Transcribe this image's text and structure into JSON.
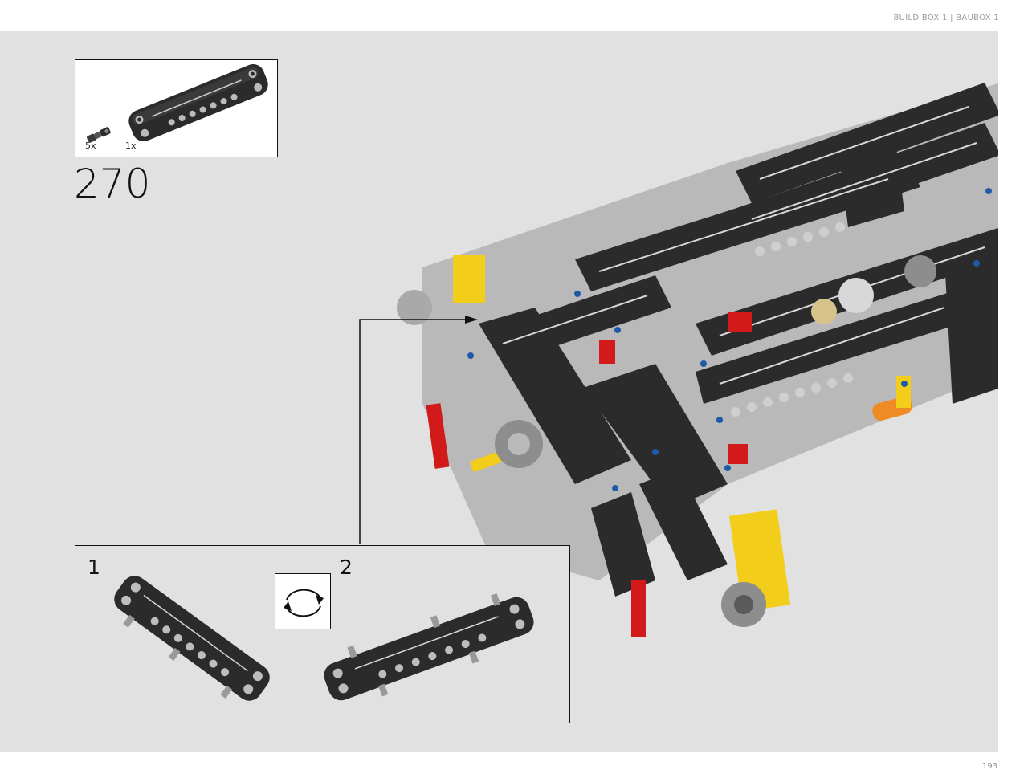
{
  "header": {
    "text": "BUILD BOX 1  |  BAUBOX 1"
  },
  "parts_callout": {
    "items": [
      {
        "count": "5x",
        "part": "pin-icon"
      },
      {
        "count": "1x",
        "part": "flat-panel-icon"
      }
    ]
  },
  "step": {
    "number": "270"
  },
  "sub_steps": [
    {
      "number": "1"
    },
    {
      "number": "2"
    }
  ],
  "icons": {
    "rotate": "rotate-arrows-icon"
  },
  "footer": {
    "page_number": "193"
  },
  "colors": {
    "panel_bg": "#e1e1e1",
    "technic_black": "#2b2b2b",
    "technic_gray": "#a9a9a9",
    "technic_red": "#d21a1a",
    "technic_yellow": "#f2cd1a",
    "technic_orange": "#f08a24",
    "technic_blue": "#1e5aa8"
  }
}
